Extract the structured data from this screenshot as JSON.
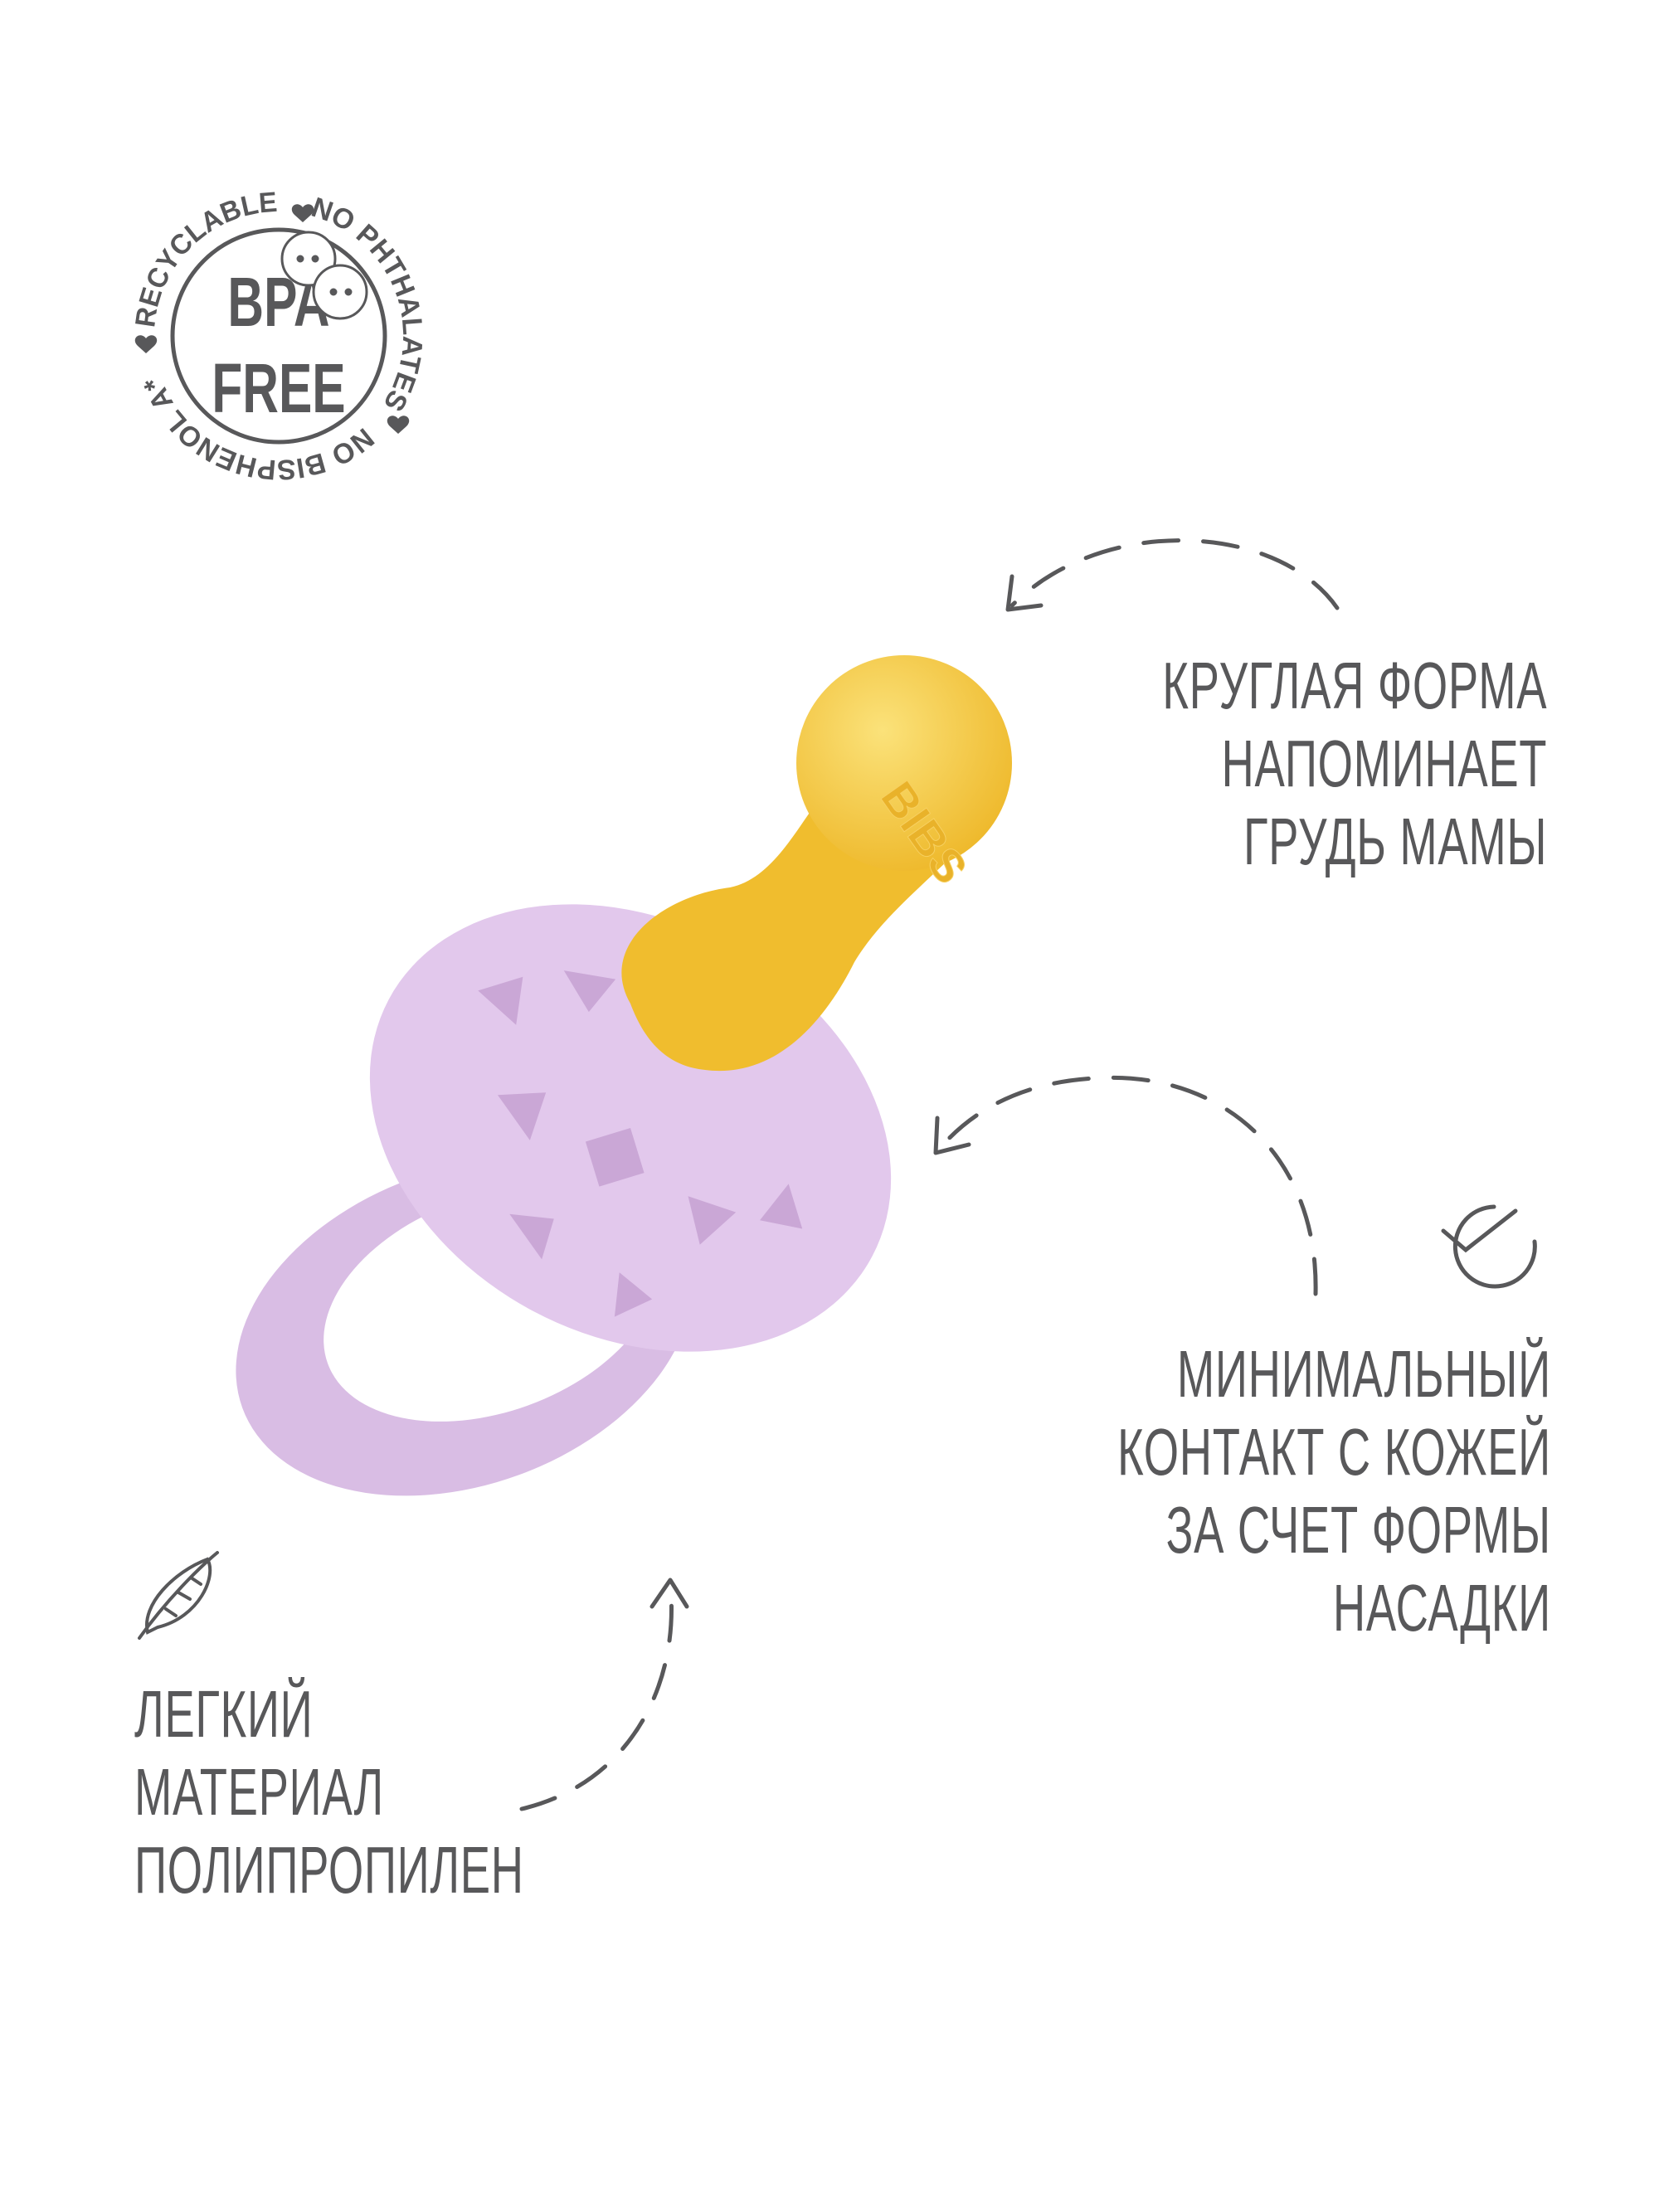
{
  "badge": {
    "center_line1": "BPA",
    "center_line2": "FREE",
    "ring_top": "RECYCLABLE",
    "ring_right": "NO PHTHALATES",
    "ring_bottom": "NO BISPHENOL A*"
  },
  "features": [
    {
      "icon": "arrow-icon",
      "lines": [
        "КРУГЛАЯ ФОРМА",
        "НАПОМИНАЕТ",
        "ГРУДЬ МАМЫ"
      ]
    },
    {
      "icon": "check-circle-icon",
      "lines": [
        "МИНИМАЛЬНЫЙ",
        "КОНТАКТ С КОЖЕЙ",
        "ЗА СЧЕТ ФОРМЫ",
        "НАСАДКИ"
      ]
    },
    {
      "icon": "feather-icon",
      "lines": [
        "ЛЕГКИЙ",
        "МАТЕРИАЛ",
        "ПОЛИПРОПИЛЕН"
      ]
    }
  ],
  "product": {
    "brand_mark": "BIBS"
  },
  "colors": {
    "text": "#58585a",
    "shield": "#e2c8ec",
    "nipple": "#f2c232"
  }
}
